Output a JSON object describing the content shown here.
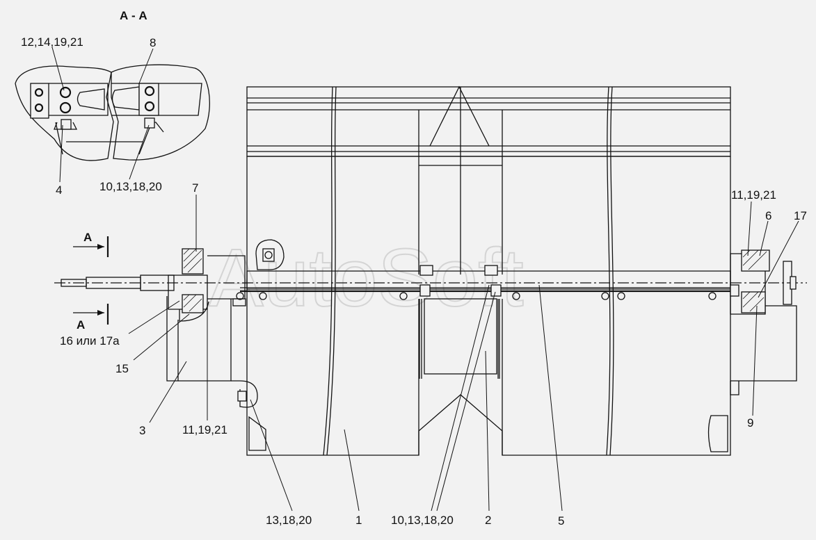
{
  "section_title": "А - А",
  "watermark": "AutoSoft",
  "section_marker_letter": "А",
  "callouts": {
    "top_left_bolts": "12,14,19,21",
    "part_8": "8",
    "part_4": "4",
    "bottom_inset_bolts": "10,13,18,20",
    "part_7": "7",
    "right_bolts": "11,19,21",
    "part_6": "6",
    "part_17": "17",
    "part_16_or_17a": "16 или 17а",
    "part_15": "15",
    "part_3": "3",
    "left_bolts": "11,19,21",
    "part_9": "9",
    "bottom_bolts_a": "13,18,20",
    "part_1": "1",
    "bottom_bolts_b": "10,13,18,20",
    "part_2": "2",
    "part_5": "5"
  }
}
